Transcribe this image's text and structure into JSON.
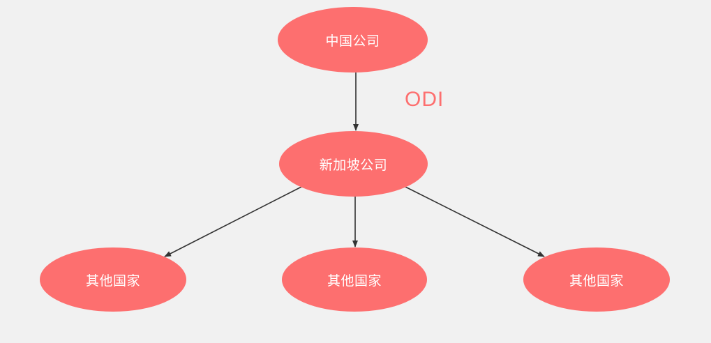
{
  "nodes": {
    "root": "中国公司",
    "middle": "新加坡公司",
    "children": [
      "其他国家",
      "其他国家",
      "其他国家"
    ]
  },
  "edge_label": "ODI",
  "colors": {
    "node_fill": "#fd6f6f",
    "node_text": "#ffffff",
    "edge_label": "#fd6f6f",
    "arrow": "#333333",
    "background": "#f1f1f1"
  }
}
